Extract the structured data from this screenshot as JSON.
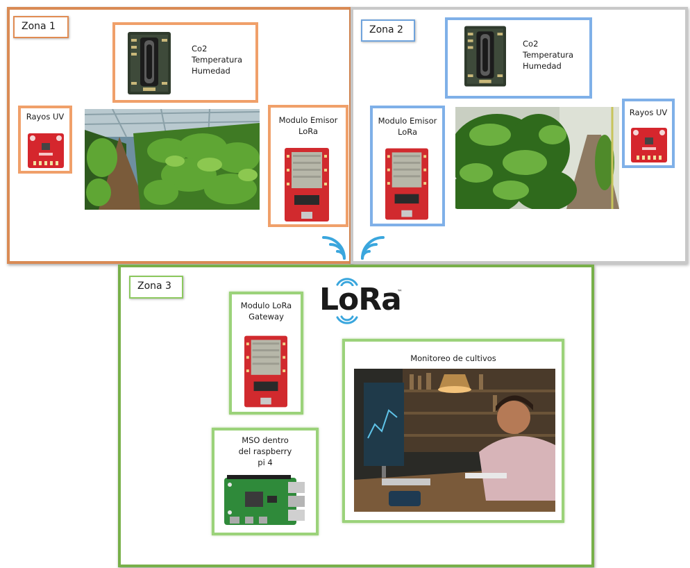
{
  "zone1": {
    "label": "Zona 1",
    "sensor_box": {
      "lines": [
        "Co2",
        "Temperatura",
        "Humedad"
      ]
    },
    "uv_box": {
      "label": "Rayos UV"
    },
    "emitter_box": {
      "lines": [
        "Modulo Emisor",
        "LoRa"
      ]
    }
  },
  "zone2": {
    "label": "Zona 2",
    "sensor_box": {
      "lines": [
        "Co2",
        "Temperatura",
        "Humedad"
      ]
    },
    "uv_box": {
      "label": "Rayos UV"
    },
    "emitter_box": {
      "lines": [
        "Modulo Emisor",
        "LoRa"
      ]
    }
  },
  "zone3": {
    "label": "Zona 3",
    "logo_text": "LoRa",
    "logo_tm": "™",
    "gateway_box": {
      "lines": [
        "Modulo LoRa",
        "Gateway"
      ]
    },
    "raspberry_box": {
      "lines": [
        "MSO dentro",
        "del raspberry",
        "pi 4"
      ]
    },
    "monitor_box": {
      "label": "Monitoreo de cultivos"
    }
  },
  "colors": {
    "zone1_border": "#d98b55",
    "zone2_border": "#c8c8c8",
    "zone3_border": "#78b04a",
    "orange_box": "#f0a06a",
    "blue_box": "#7fb0e8",
    "green_box": "#9bd27a",
    "wireless": "#3aa6dd"
  }
}
